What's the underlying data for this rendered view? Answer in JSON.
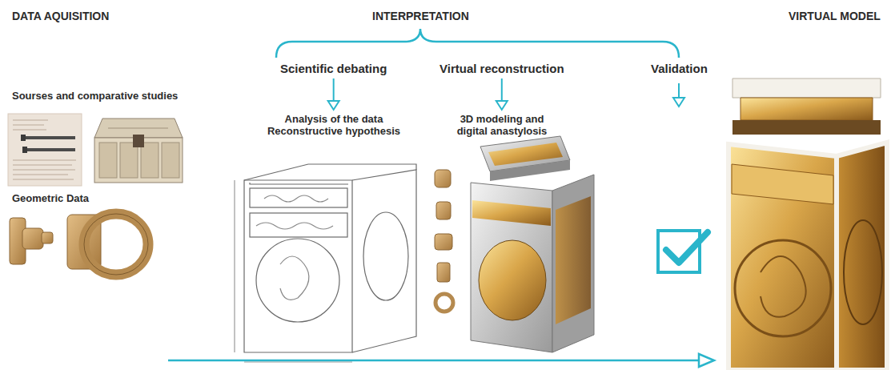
{
  "diagram": {
    "nodes": [
      {
        "text": [
          "Scientific debating"
        ]
      },
      {
        "text": [
          "Analysis of the data Reconstructive hypothesis"
        ]
      },
      {
        "text": [
          "Virtual reconstruction"
        ]
      },
      {
        "text": [
          "3D modeling and digital anastylosis"
        ]
      },
      {
        "text": [
          "Validation"
        ]
      }
    ],
    "edges": [
      {
        "from": 0,
        "to": 1,
        "arrow": "to"
      },
      {
        "from": 2,
        "to": 3,
        "arrow": "to"
      }
    ],
    "labels": [
      "DATA AQUISITION",
      "INTERPRETATION",
      "VIRTUAL MODEL",
      "Sourses and comparative studies",
      "Geometric Data"
    ]
  }
}
